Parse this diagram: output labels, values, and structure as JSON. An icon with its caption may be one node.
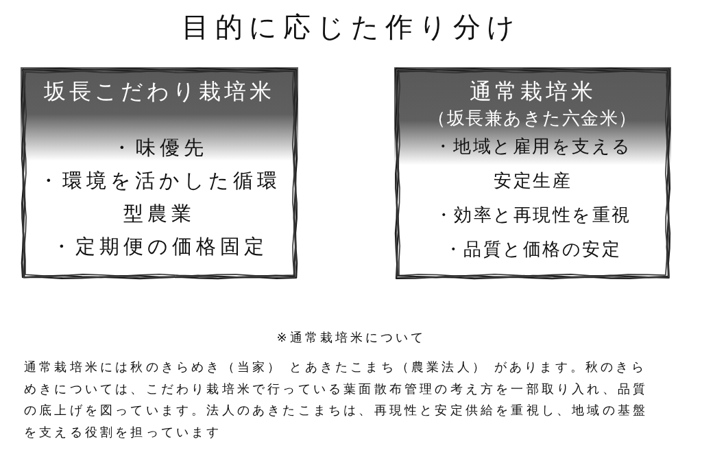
{
  "diagram": {
    "title": "目的に応じた作り分け",
    "nodes": [
      {
        "text": [
          "坂長こだわり栽培米",
          "・味優先",
          "・環境を活かした循環型農業",
          "・定期便の価格固定"
        ]
      },
      {
        "text": [
          "通常栽培米",
          "（坂長兼あきた六金米）",
          "・地域と雇用を支える安定生産",
          "・効率と再現性を重視",
          "・品質と価格の安定"
        ]
      }
    ],
    "labels": [
      "※通常栽培米について",
      "通常栽培米には秋のきらめき（当家） とあきたこまち（農業法人） があります。秋のきらめきについては、こだわり栽培米で行っている葉面散布管理の考え方を一部取り入れ、品質の底上げを図っています。法人のあきたこまちは、再現性と安定供給を重視し、地域の基盤を支える役割を担っています"
    ]
  }
}
